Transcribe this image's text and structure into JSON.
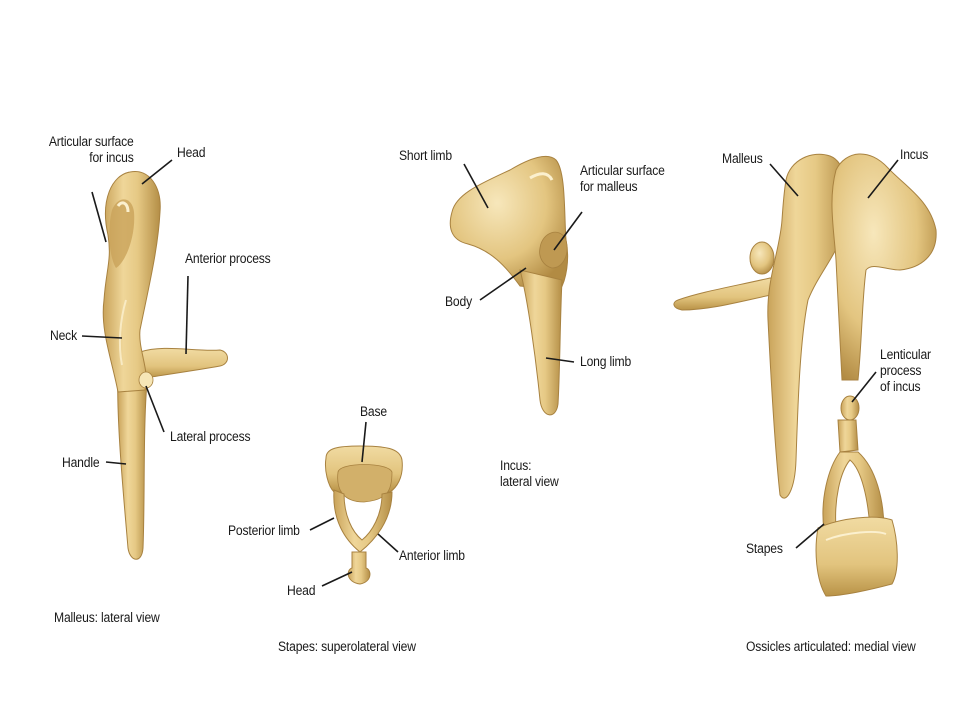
{
  "colors": {
    "bone_base": "#e9cf8c",
    "bone_shadow": "#b89249",
    "bone_highlight": "#fbf0cf",
    "leader": "#1a1a1a",
    "text": "#1a1a1a",
    "background": "#ffffff"
  },
  "panels": {
    "malleus": {
      "caption": "Malleus: lateral view",
      "labels": {
        "articular_surface": "Articular surface\nfor incus",
        "head": "Head",
        "anterior_process": "Anterior process",
        "neck": "Neck",
        "lateral_process": "Lateral process",
        "handle": "Handle"
      }
    },
    "stapes": {
      "caption": "Stapes: superolateral view",
      "labels": {
        "base": "Base",
        "posterior_limb": "Posterior limb",
        "anterior_limb": "Anterior limb",
        "head": "Head"
      }
    },
    "incus": {
      "caption": "Incus:\nlateral view",
      "labels": {
        "short_limb": "Short limb",
        "articular_surface": "Articular surface\nfor malleus",
        "body": "Body",
        "long_limb": "Long limb"
      }
    },
    "articulated": {
      "caption": "Ossicles articulated: medial view",
      "labels": {
        "malleus": "Malleus",
        "incus": "Incus",
        "lenticular_process": "Lenticular\nprocess\nof incus",
        "stapes": "Stapes"
      }
    }
  }
}
